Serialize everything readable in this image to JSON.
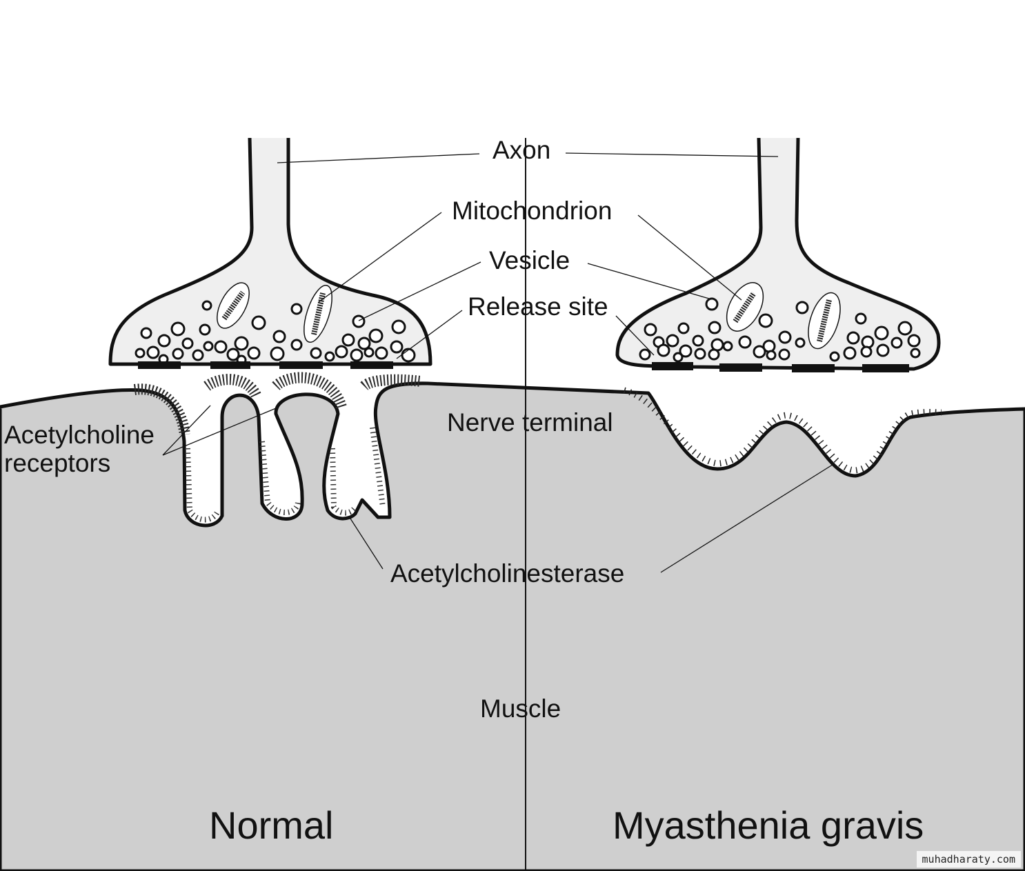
{
  "labels": {
    "axon": "Axon",
    "mitochondrion": "Mitochondrion",
    "vesicle": "Vesicle",
    "release_site": "Release site",
    "ach_receptors_line1": "Acetylcholine",
    "ach_receptors_line2": "receptors",
    "nerve_terminal": "Nerve terminal",
    "acetylcholinesterase": "Acetylcholinesterase",
    "muscle": "Muscle"
  },
  "panels": {
    "left_title": "Normal",
    "right_title": "Myasthenia gravis"
  },
  "watermark": "muhadharaty.com",
  "colors": {
    "muscle_fill": "#cfcfcf",
    "terminal_fill": "#efefef",
    "outline": "#111111"
  }
}
